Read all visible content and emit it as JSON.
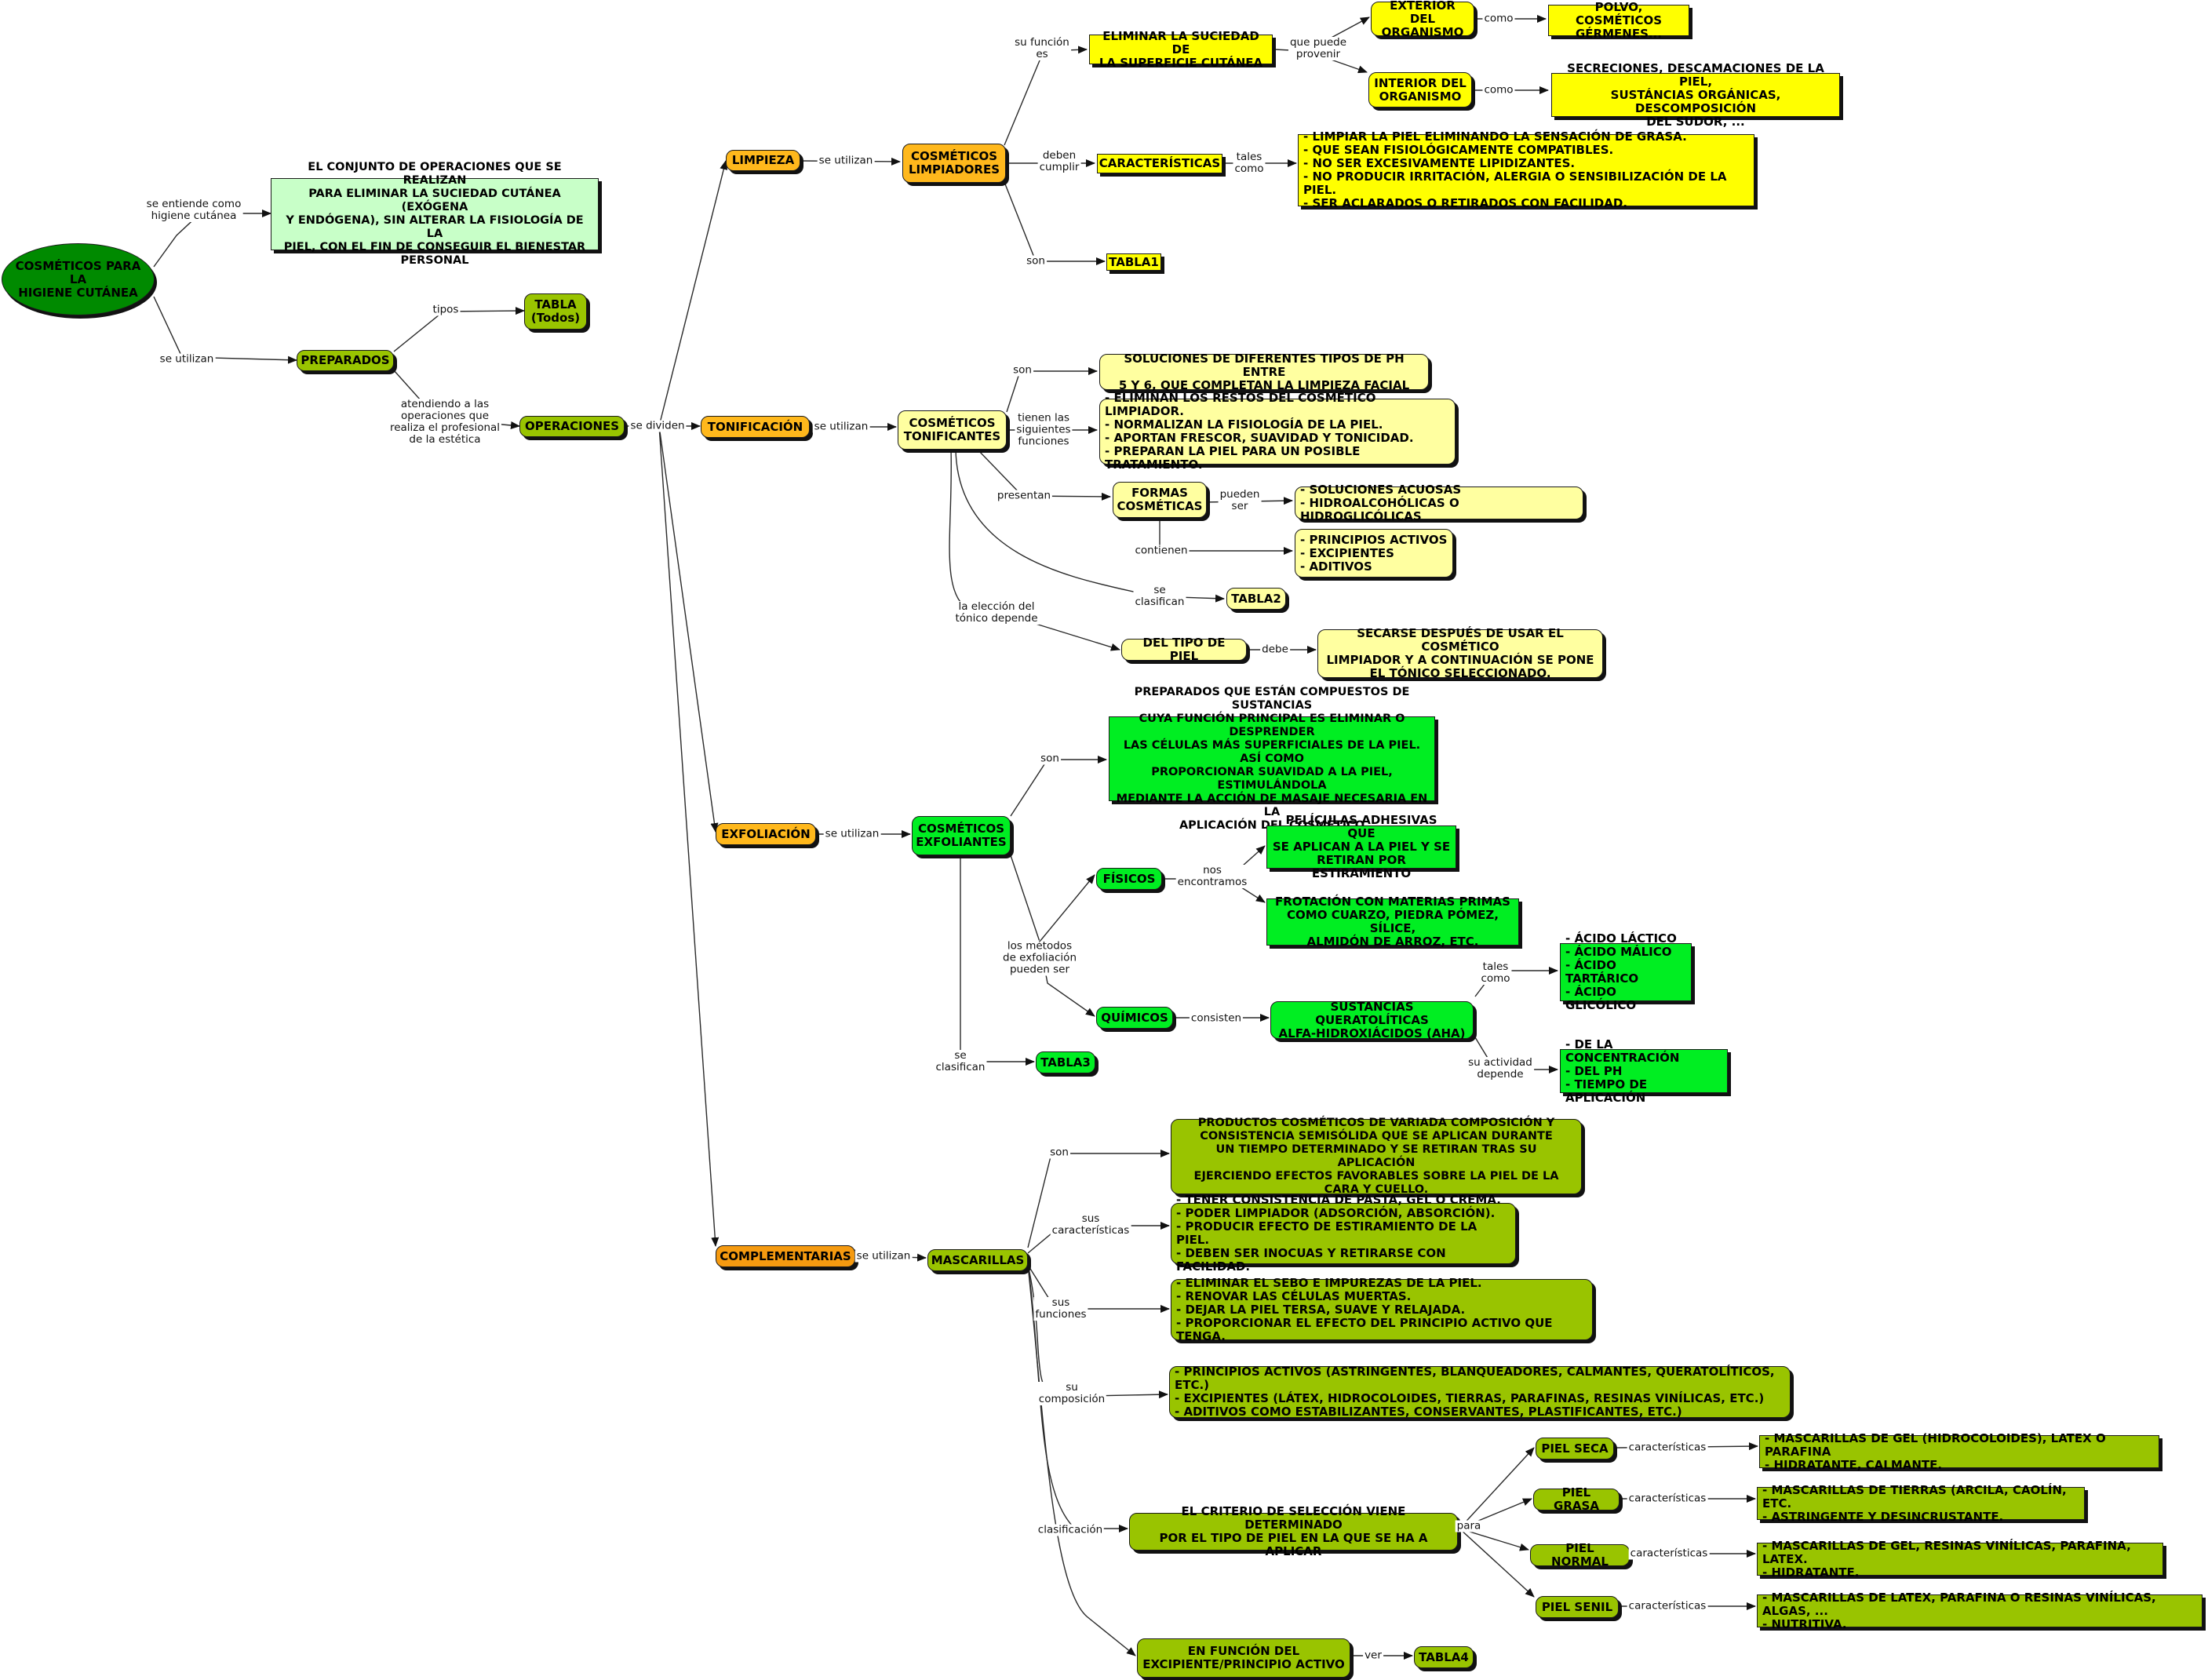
{
  "colors": {
    "root": "#008a00",
    "olive": "#99c400",
    "orange": "#ffb81c",
    "orange_dark": "#f59a10",
    "yellow": "#ffff00",
    "light_yellow": "#ffffa0",
    "green": "#00ee22",
    "mint": "#c8ffc8",
    "edge": "#2a2a2a"
  },
  "root": {
    "title": "COSMÉTICOS PARA LA\nHIGIENE CUTÁNEA"
  },
  "definition": "EL CONJUNTO DE OPERACIONES QUE SE REALIZAN\nPARA ELIMINAR LA SUCIEDAD CUTÁNEA (EXÓGENA\nY ENDÓGENA), SIN ALTERAR LA FISIOLOGÍA DE LA\nPIEL, CON EL FIN DE CONSEGUIR EL BIENESTAR\nPERSONAL",
  "preparados": "PREPARADOS",
  "tabla_todos": "TABLA\n(Todos)",
  "operaciones": "OPERACIONES",
  "limpieza": {
    "title": "LIMPIEZA",
    "cosmeticos": "COSMÉTICOS\nLIMPIADORES",
    "eliminar": "ELIMINAR LA SUCIEDAD DE\nLA SUPERFICIE CUTÁNEA",
    "exterior": "EXTERIOR DEL\nORGANISMO",
    "polvo": "POLVO, COSMÉTICOS\nGÉRMENES...",
    "interior": "INTERIOR DEL\nORGANISMO",
    "secreciones": "SECRECIONES, DESCAMACIONES DE LA PIEL,\nSUSTÁNCIAS ORGÁNICAS, DESCOMPOSICIÓN\nDEL SUDOR, ...",
    "caracteristicas": "CARACTERÍSTICAS",
    "lista": "- LIMPIAR LA PIEL ELIMINANDO LA SENSACIÓN DE GRASA.\n- QUE SEAN FISIOLÓGICAMENTE COMPATIBLES.\n- NO SER EXCESIVAMENTE LIPIDIZANTES.\n- NO PRODUCIR IRRITACIÓN, ALERGIA O SENSIBILIZACIÓN DE LA PIEL.\n- SER ACLARADOS O RETIRADOS CON FACILIDAD.",
    "tabla": "TABLA1"
  },
  "tonificacion": {
    "title": "TONIFICACIÓN",
    "cosmeticos": "COSMÉTICOS\nTONIFICANTES",
    "soluciones": "SOLUCIONES DE DIFERENTES TIPOS DE PH ENTRE\n5 Y 6, QUE COMPLETAN LA LIMPIEZA FACIAL",
    "funciones": "- ELIMINAN LOS RESTOS DEL COSMÉTICO LIMPIADOR.\n- NORMALIZAN LA FISIOLOGÍA DE LA PIEL.\n- APORTAN FRESCOR, SUAVIDAD Y TONICIDAD.\n- PREPARAN LA PIEL PARA UN POSIBLE TRATAMIENTO.",
    "formas": "FORMAS\nCOSMÉTICAS",
    "acuosas": "- SOLUCIONES ACUOSAS\n- HIDROALCOHÓLICAS O HIDROGLICÓLICAS",
    "principios": "- PRINCIPIOS ACTIVOS\n- EXCIPIENTES\n- ADITIVOS",
    "tabla": "TABLA2",
    "tipo_piel": "DEL TIPO DE PIEL",
    "secarse": "SECARSE DESPUÉS DE USAR EL COSMÉTICO\nLIMPIADOR Y A CONTINUACIÓN SE PONE\nEL TÓNICO SELECCIONADO."
  },
  "exfoliacion": {
    "title": "EXFOLIACIÓN",
    "cosmeticos": "COSMÉTICOS\nEXFOLIANTES",
    "definicion": "PREPARADOS QUE ESTÁN COMPUESTOS DE SUSTANCIAS\nCUYA FUNCIÓN PRINCIPAL ES ELIMINAR O DESPRENDER\nLAS CÉLULAS MÁS SUPERFICIALES DE LA PIEL. ASÍ COMO\nPROPORCIONAR SUAVIDAD A LA PIEL, ESTIMULÁNDOLA\nMEDIANTE LA ACCIÓN DE MASAJE NECESARIA EN LA\nAPLICACIÓN DEL COSMÉTICO",
    "fisicos": "FÍSICOS",
    "peliculas": "PELÍCULAS ADHESIVAS QUE\nSE APLICAN A LA PIEL Y SE\nRETIRAN POR ESTIRAMIENTO",
    "frotacion": "FROTACIÓN CON MATERIAS PRIMAS\nCOMO CUARZO, PIEDRA PÓMEZ, SÍLICE,\nALMIDÓN DE ARROZ, ETC.",
    "quimicos": "QUÍMICOS",
    "sustancias": "SUSTANCIAS QUERATOLÍTICAS\nALFA-HIDROXIÁCIDOS (AHA)",
    "acidos": "- ÁCIDO LÁCTICO\n- ÁCIDO MÁLICO\n- ÁCIDO TARTÁRICO\n- ÁCIDO GLICÓLICO",
    "depende": "- DE LA CONCENTRACIÓN\n- DEL PH\n- TIEMPO DE APLICACIÓN",
    "tabla": "TABLA3"
  },
  "complementarias": {
    "title": "COMPLEMENTARIAS",
    "mascarillas": "MASCARILLAS",
    "definicion": "PRODUCTOS COSMÉTICOS DE VARIADA COMPOSICIÓN Y\nCONSISTENCIA SEMISÓLIDA QUE SE APLICAN DURANTE\nUN TIEMPO DETERMINADO Y SE RETIRAN TRAS SU APLICACIÓN\nEJERCIENDO EFECTOS FAVORABLES SOBRE LA PIEL DE LA\nCARA Y CUELLO.",
    "caracteristicas": "- TENER CONSISTENCIA DE PASTA, GEL O CREMA.\n- PODER LIMPIADOR (ADSORCIÓN, ABSORCIÓN).\n- PRODUCIR EFECTO DE ESTIRAMIENTO DE LA PIEL.\n- DEBEN SER INOCUAS Y RETIRARSE CON FACILIDAD.",
    "funciones": "- ELIMINAR EL SEBO E IMPUREZAS DE LA PIEL.\n- RENOVAR LAS CÉLULAS MUERTAS.\n- DEJAR LA PIEL TERSA, SUAVE Y RELAJADA.\n- PROPORCIONAR EL EFECTO DEL PRINCIPIO ACTIVO QUE TENGA.",
    "composicion": "- PRINCIPIOS ACTIVOS (ASTRINGENTES, BLANQUEADORES, CALMANTES, QUERATOLÍTICOS, ETC.)\n- EXCIPIENTES (LÁTEX, HIDROCOLOIDES, TIERRAS, PARAFINAS, RESINAS VINÍLICAS, ETC.)\n- ADITIVOS COMO ESTABILIZANTES, CONSERVANTES, PLASTIFICANTES, ETC.)",
    "criterio": "EL CRITERIO DE SELECCIÓN VIENE DETERMINADO\nPOR EL TIPO DE PIEL EN LA QUE SE HA A APLICAR",
    "piel_seca": "PIEL SECA",
    "piel_seca_desc": "- MASCARILLAS DE GEL (HIDROCOLOIDES), LATEX O PARAFINA\n- HIDRATANTE, CALMANTE.",
    "piel_grasa": "PIEL GRASA",
    "piel_grasa_desc": "- MASCARILLAS DE TIERRAS (ARCILA, CAOLÍN, ETC.\n- ASTRINGENTE Y DESINCRUSTANTE.",
    "piel_normal": "PIEL NORMAL",
    "piel_normal_desc": "- MASCARILLAS DE GEL, RESINAS VINÍLICAS, PARAFINA, LATEX.\n- HIDRATANTE.",
    "piel_senil": "PIEL SENIL",
    "piel_senil_desc": "- MASCARILLAS DE LATEX, PARAFINA O RESINAS VINÍLICAS, ALGAS, ...\n- NUTRITIVA.",
    "funcion_excipiente": "EN FUNCIÓN DEL\nEXCIPIENTE/PRINCIPIO ACTIVO",
    "tabla": "TABLA4"
  },
  "edge_labels": {
    "se_entiende": "se entiende como\nhigiene cutánea",
    "se_utilizan_root": "se utilizan",
    "tipos": "tipos",
    "atendiendo": "atendiendo a las\noperaciones que\nrealiza el profesional\nde la estética",
    "se_dividen": "se dividen",
    "limp_se_utilizan": "se utilizan",
    "su_funcion": "su función\nes",
    "que_puede": "que puede\nprovenir",
    "como1": "como",
    "como2": "como",
    "deben_cumplir": "deben\ncumplir",
    "tales_como": "tales\ncomo",
    "son_tabla1": "son",
    "ton_se_utilizan": "se utilizan",
    "ton_son": "son",
    "tienen_funciones": "tienen las\nsiguientes\nfunciones",
    "presentan": "presentan",
    "pueden_ser": "pueden\nser",
    "contienen": "contienen",
    "se_clasifican2": "se\nclasifican",
    "eleccion": "la elección del\ntónico depende",
    "debe": "debe",
    "exf_se_utilizan": "se utilizan",
    "exf_son": "son",
    "metodos": "los métodos\nde exfoliación\npueden ser",
    "nos_encontramos": "nos\nencontramos",
    "consisten": "consisten",
    "tales_como2": "tales\ncomo",
    "su_actividad": "su actividad\ndepende",
    "se_clasifican3": "se\nclasifican",
    "comp_se_utilizan": "se utilizan",
    "masc_son": "son",
    "sus_caracteristicas": "sus\ncaracterísticas",
    "sus_funciones": "sus\nfunciones",
    "su_composicion": "su\ncomposición",
    "clasificacion": "clasificación",
    "para": "para",
    "caract1": "características",
    "caract2": "características",
    "caract3": "características",
    "caract4": "características",
    "ver": "ver"
  }
}
